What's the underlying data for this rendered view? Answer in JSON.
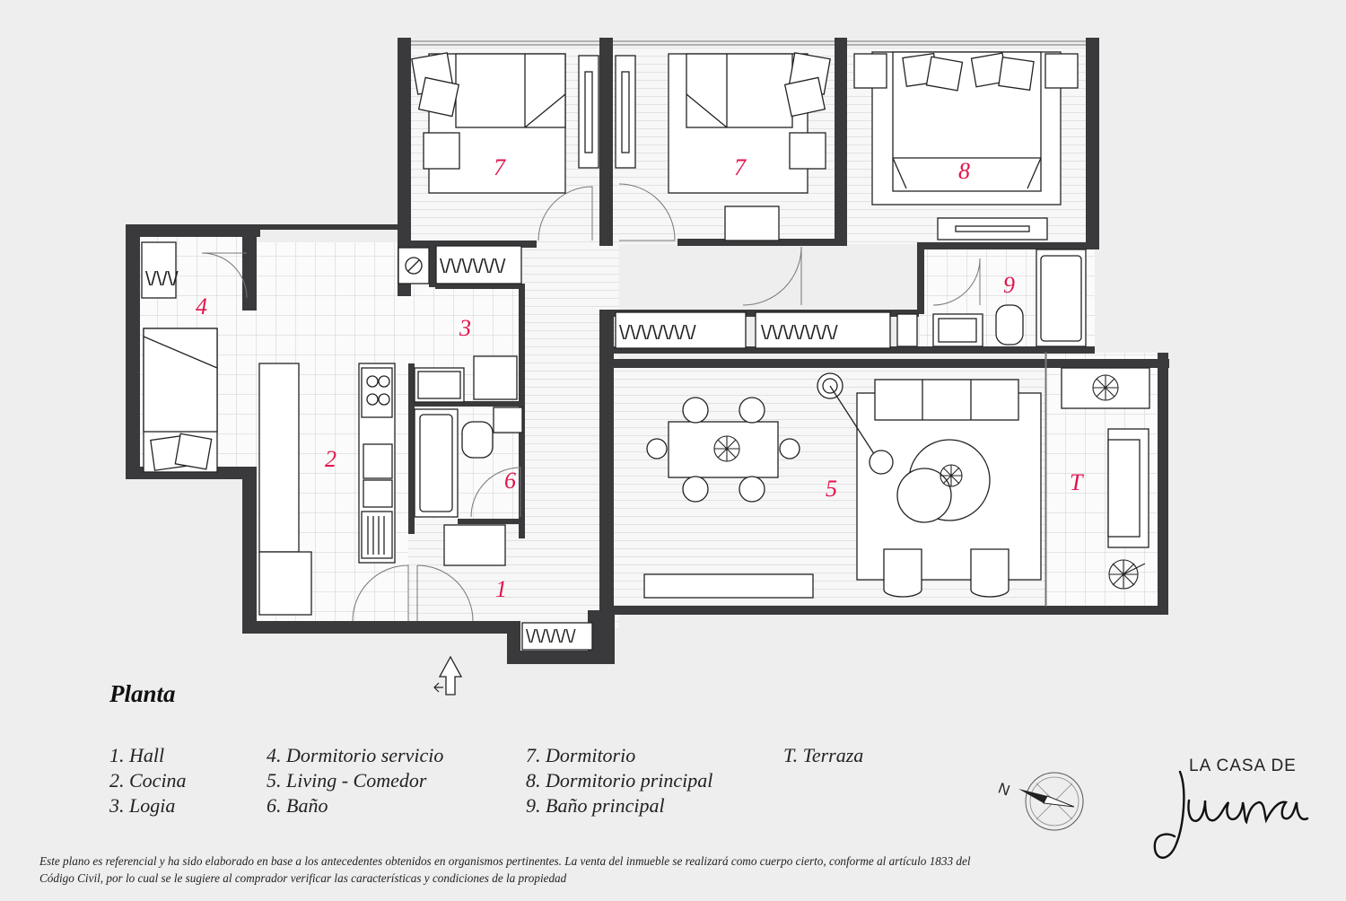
{
  "title": "Planta",
  "rooms": {
    "hall": "1",
    "cocina": "2",
    "logia": "3",
    "dormitorio_servicio": "4",
    "living": "5",
    "bano": "6",
    "dormitorio_a": "7",
    "dormitorio_b": "7",
    "dormitorio_principal": "8",
    "bano_principal": "9",
    "terraza": "T"
  },
  "legend": {
    "col1": [
      "1.  Hall",
      "2.  Cocina",
      "3.  Logia"
    ],
    "col2": [
      "4. Dormitorio servicio",
      "5. Living - Comedor",
      "6. Baño"
    ],
    "col3": [
      "7. Dormitorio",
      "8. Dormitorio principal",
      "9. Baño principal"
    ],
    "col4": [
      "T. Terraza"
    ]
  },
  "disclaimer": "Este plano es referencial y ha sido elaborado en base a los antecedentes obtenidos en organismos pertinentes.  La venta del inmueble se realizará como cuerpo cierto, conforme al artículo 1833 del Código Civil, por lo cual se le sugiere al comprador verificar las características y condiciones de la propiedad",
  "brand": {
    "line1": "LA CASA DE",
    "logo_name": "Juana"
  },
  "compass_label": "N",
  "colors": {
    "wall": "#3a3a3c",
    "room_number": "#e0144c",
    "background": "#eeeeee"
  }
}
